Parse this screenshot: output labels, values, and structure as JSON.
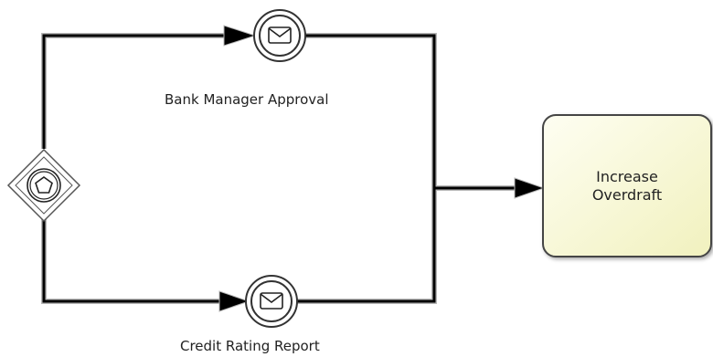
{
  "events": {
    "top_label": "Bank Manager Approval",
    "bottom_label": "Credit Rating Report",
    "top_icon": "envelope-icon",
    "bottom_icon": "envelope-icon"
  },
  "gateway": {
    "icon": "pentagon-icon"
  },
  "task": {
    "label": "Increase Overdraft",
    "fill_color": "#f7f7cc"
  }
}
